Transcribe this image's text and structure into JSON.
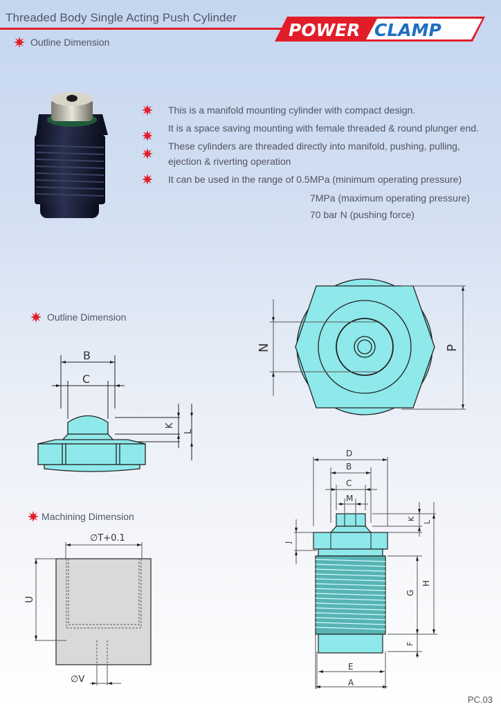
{
  "header": {
    "title": "Threaded Body Single Acting Push Cylinder",
    "logo": {
      "word1": "POWER",
      "word2": "CLAMP",
      "color_red": "#e21d2a",
      "color_blue": "#1e6fbf"
    }
  },
  "sections": {
    "outline_top": "Outline Dimension",
    "outline_mid": "Outline Dimension",
    "machining": "Machining Dimension"
  },
  "features": [
    {
      "text": "This is a manifold mounting cylinder with compact design."
    },
    {
      "text": "It is a space saving mounting with female threaded & round plunger end."
    },
    {
      "text": "These cylinders are threaded directly into manifold, pushing, pulling, ejection & riverting operation"
    },
    {
      "text": "It can be used in the range of 0.5MPa (minimum operating pressure)"
    }
  ],
  "pressure_lines": [
    "7MPa (maximum operating pressure)",
    "70 bar N (pushing force)"
  ],
  "diagram_labels": {
    "outline_side": {
      "B": "B",
      "C": "C",
      "K": "K",
      "L": "L"
    },
    "top_view": {
      "N": "N",
      "P": "P"
    },
    "machining": {
      "T": "∅T+0.1",
      "U": "U",
      "V": "∅V"
    },
    "full_side": {
      "D": "D",
      "B": "B",
      "C": "C",
      "M": "M",
      "K": "K",
      "L": "L",
      "J": "J",
      "H": "H",
      "G": "G",
      "F": "F",
      "E": "E",
      "A": "A"
    }
  },
  "colors": {
    "part_fill": "#8fe8ea",
    "accent_red": "#e21d2a",
    "machining_fill": "#d9d9d9"
  },
  "footer": {
    "page": "PC.03"
  }
}
